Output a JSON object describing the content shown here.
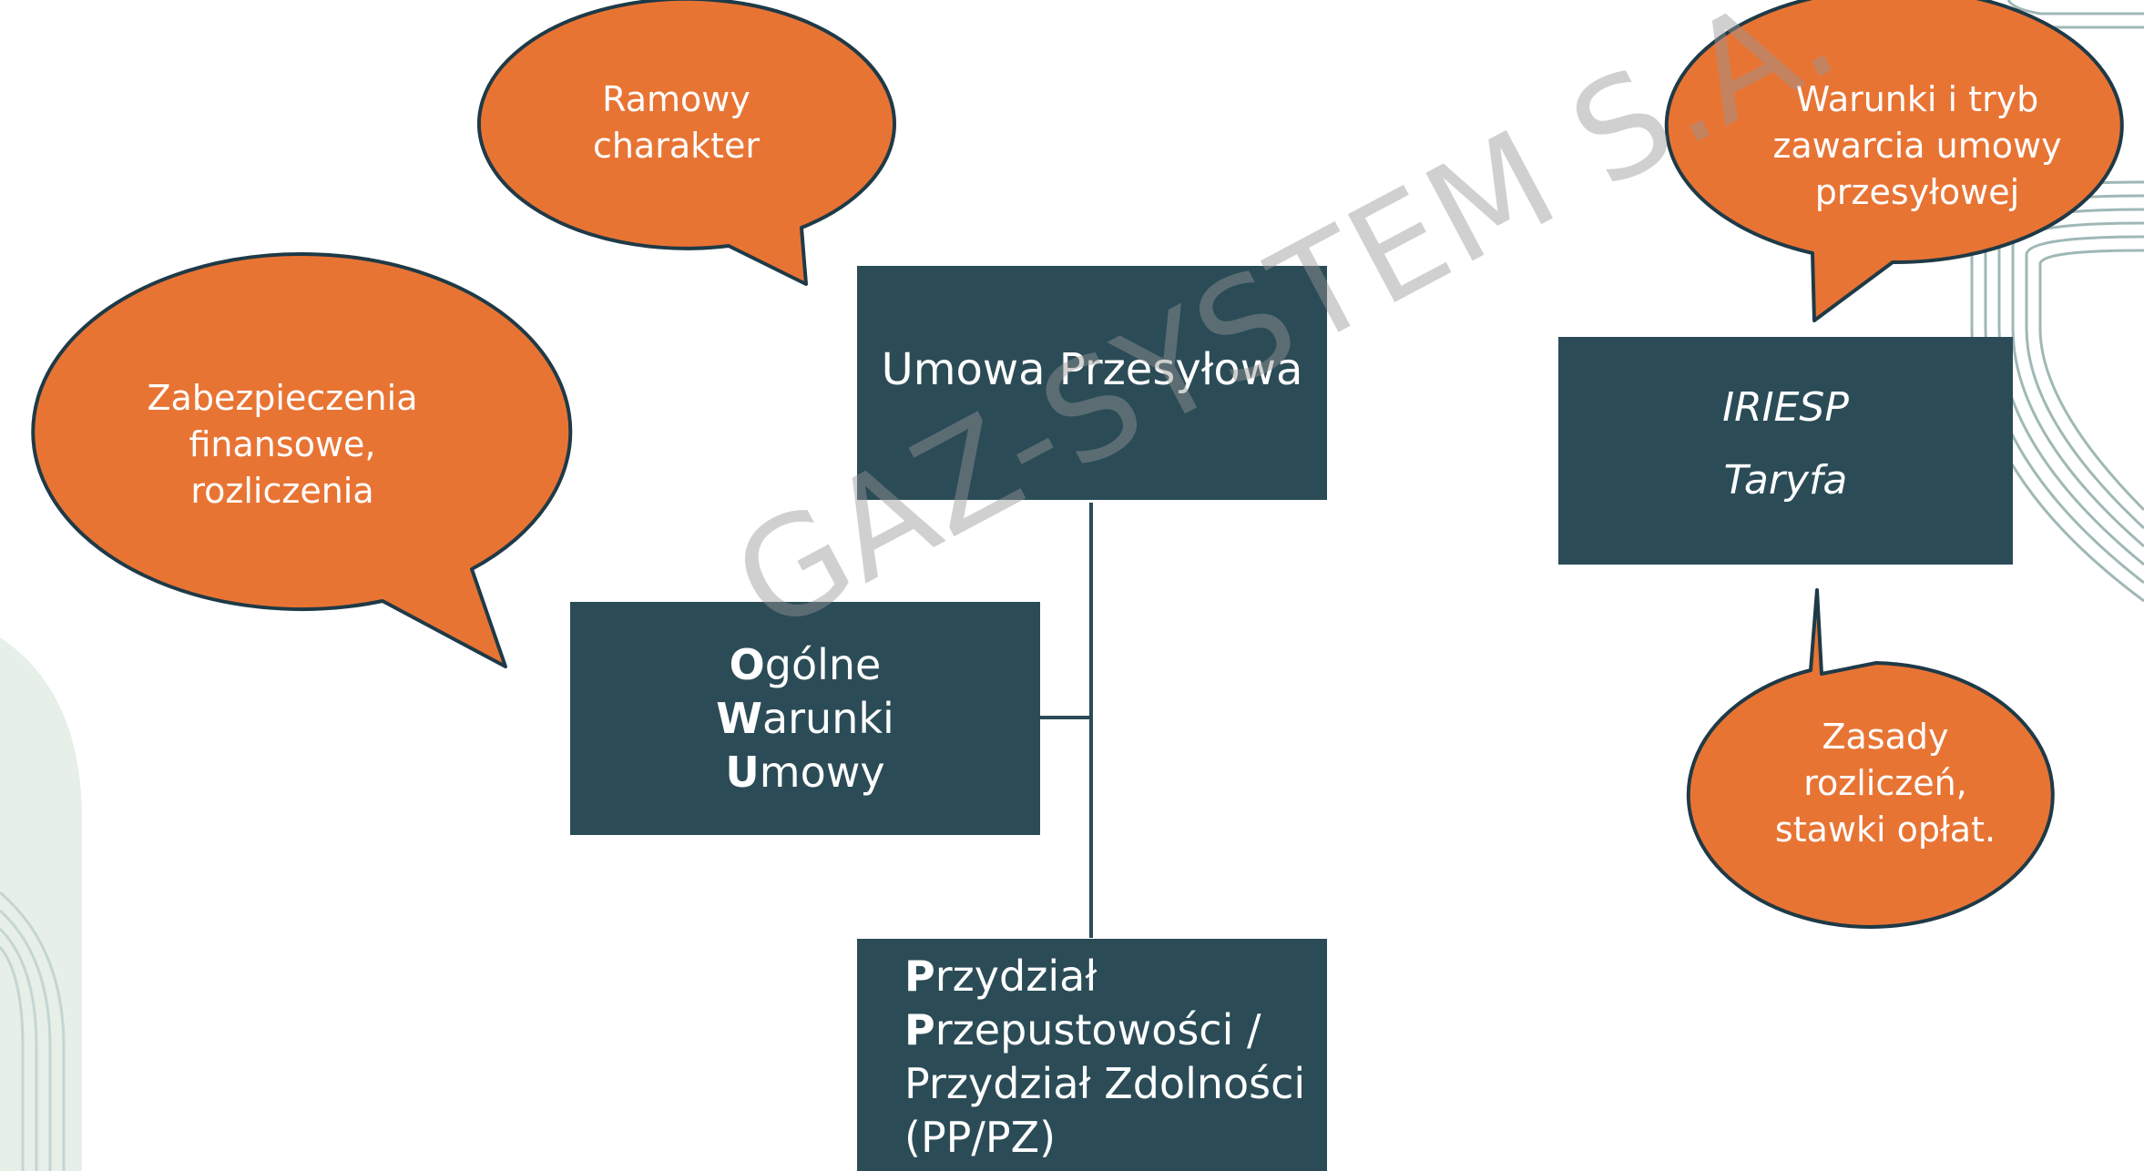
{
  "diagram": {
    "main_box": "Umowa Przesyłowa",
    "owu": {
      "lines": [
        {
          "initial": "O",
          "rest": "gólne"
        },
        {
          "initial": "W",
          "rest": "arunki"
        },
        {
          "initial": "U",
          "rest": "mowy"
        }
      ]
    },
    "pp": {
      "line1_initial": "P",
      "line1_rest": "rzydział",
      "line2_initial": "P",
      "line2_rest": "rzepustowości /",
      "line3": "Przydział Zdolności",
      "line4": "(PP/PZ)"
    },
    "iriesp": {
      "line1": "IRIESP",
      "line2": "Taryfa"
    }
  },
  "bubbles": {
    "ramowy": [
      "Ramowy",
      "charakter"
    ],
    "zabezpieczenia": [
      "Zabezpieczenia",
      "finansowe,",
      "rozliczenia"
    ],
    "warunki": [
      "Warunki i tryb",
      "zawarcia umowy",
      "przesyłowej"
    ],
    "zasady": [
      "Zasady",
      "rozliczeń,",
      "stawki opłat."
    ]
  },
  "watermark": "GAZ-SYSTEM S.A.",
  "colors": {
    "box": "#2b4c57",
    "bubble": "#e87434",
    "bubble_outline": "#1f3a47",
    "connector": "#2b4c57",
    "deco_green": "#e6efe8",
    "deco_lines": "#9fb8b6"
  }
}
